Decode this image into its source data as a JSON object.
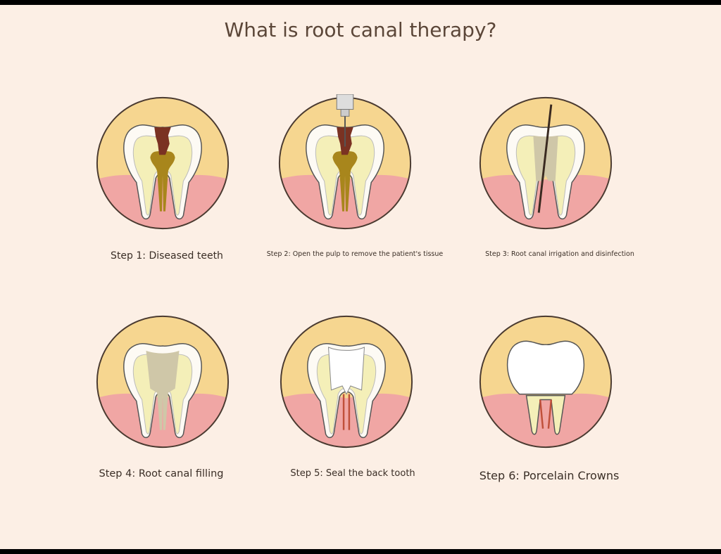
{
  "title": "What is root canal therapy?",
  "colors": {
    "background": "#fcefe5",
    "enamel_bg": "#f6d690",
    "gum": "#f0a6a4",
    "dentin": "#f4efb8",
    "decay": "#7a3222",
    "filling": "#cfc7a8"
  },
  "steps": [
    {
      "label": "Step 1: Diseased teeth",
      "variant": "diseased"
    },
    {
      "label": "Step 2: Open the pulp to remove the patient's tissue",
      "variant": "open"
    },
    {
      "label": "Step 3: Root canal irrigation and disinfection",
      "variant": "irrigation"
    },
    {
      "label": "Step 4: Root canal filling",
      "variant": "filling"
    },
    {
      "label": "Step 5: Seal the back tooth",
      "variant": "seal"
    },
    {
      "label": "Step 6: Porcelain Crowns",
      "variant": "crown"
    }
  ]
}
